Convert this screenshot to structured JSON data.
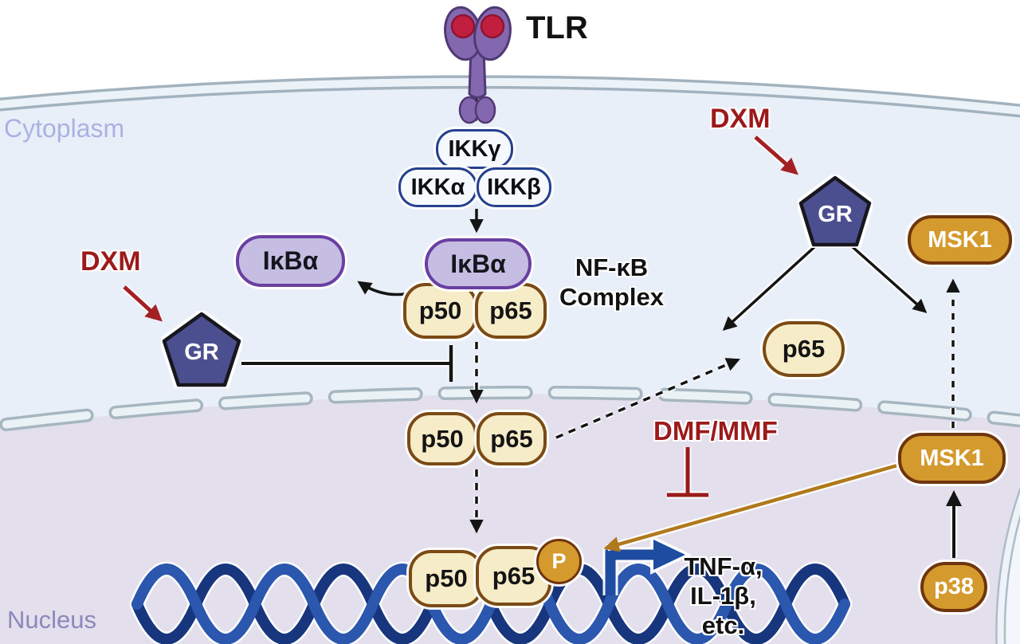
{
  "region_labels": {
    "cytoplasm": "Cytoplasm",
    "nucleus": "Nucleus"
  },
  "receptor": {
    "label": "TLR"
  },
  "kinase_complex": {
    "ikk_gamma": "IKKγ",
    "ikk_alpha": "IKKα",
    "ikk_beta": "IKKβ"
  },
  "nfkb": {
    "complex_label_line1": "NF-κB",
    "complex_label_line2": "Complex",
    "ikba_bound": "IκBα",
    "ikba_released": "IκBα",
    "p50_cytoplasm": "p50",
    "p65_cytoplasm": "p65",
    "p50_nuclear": "p50",
    "p65_nuclear": "p65",
    "p65_free": "p65",
    "p50_dna": "p50",
    "p65_dna": "p65",
    "phospho_mark": "P"
  },
  "drugs": {
    "dxm_left": "DXM",
    "dxm_right": "DXM",
    "dmf_mmf": "DMF/MMF"
  },
  "nuclear_receptors": {
    "gr_left": "GR",
    "gr_right": "GR"
  },
  "kinases": {
    "msk1_cytoplasm": "MSK1",
    "msk1_nuclear": "MSK1",
    "p38": "p38"
  },
  "outputs": {
    "line1": "TNF-α,",
    "line2": "IL-1β,",
    "line3": "etc."
  },
  "colors": {
    "cytoplasm_bg": "#E9EFF8",
    "nucleus_bg": "#E3DFEC",
    "membrane_line": "#A2B2BE",
    "nuclear_envelope_dash_fill": "#EAF2F6",
    "ikk_fill": "#F5F9FE",
    "ikk_border": "#26408E",
    "ikba_fill": "#C5BEE2",
    "ikba_border": "#6A3FA1",
    "nfkb_subunit_fill": "#F6ECC8",
    "nfkb_subunit_border": "#7B4A15",
    "gr_pentagon_fill": "#4C4F8F",
    "kinase_fill": "#D49A2D",
    "kinase_border": "#6F350E",
    "drug_text_red": "#9C1A1A",
    "red_arrow": "#A32024",
    "orange_arrow": "#B0791C",
    "transcription_arrow_blue": "#1E4CA1",
    "dna_strand_dark": "#17367D",
    "dna_strand_light": "#2B57AE",
    "tlr_purple": "#8468AF"
  }
}
